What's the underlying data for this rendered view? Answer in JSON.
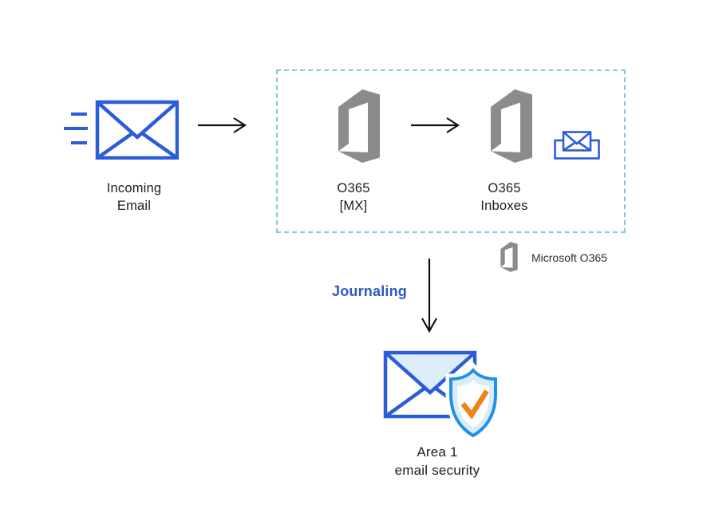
{
  "nodes": {
    "incoming_email": {
      "line1": "Incoming",
      "line2": "Email",
      "icon": "speeding-envelope-icon"
    },
    "o365_mx": {
      "line1": "O365",
      "line2": "[MX]",
      "icon": "office365-logo-icon"
    },
    "o365_inboxes": {
      "line1": "O365",
      "line2": "Inboxes",
      "icon": "office365-logo-icon",
      "badge_icon": "inbox-envelope-icon"
    },
    "area1": {
      "line1": "Area 1",
      "line2": "email security",
      "icon": "envelope-shield-check-icon"
    }
  },
  "flow": {
    "journaling_label": "Journaling"
  },
  "legend": {
    "icon": "office365-logo-icon",
    "label": "Microsoft O365"
  },
  "colors": {
    "envelope_blue": "#2b5cd9",
    "office_gray": "#8b8b8b",
    "dashed_border": "#84cade",
    "journaling_blue": "#2a5ac6",
    "shield_blue": "#2091e4",
    "shield_fill": "#d9ecf9",
    "check_orange": "#ef8318",
    "envelope_light_fill": "#dcecf8",
    "arrow_black": "#121212",
    "text": "#1d1d1d"
  }
}
